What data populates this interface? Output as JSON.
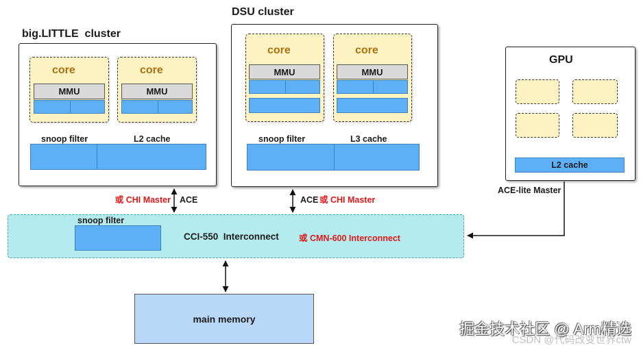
{
  "clusters": {
    "big_little": {
      "title": "big.LITTLE  cluster",
      "cores": [
        {
          "label": "core",
          "mmu": "MMU"
        },
        {
          "label": "core",
          "mmu": "MMU"
        }
      ],
      "snoop_label": "snoop filter",
      "cache_label": "L2 cache"
    },
    "dsu": {
      "title": "DSU cluster",
      "cores": [
        {
          "label": "core",
          "mmu": "MMU"
        },
        {
          "label": "core",
          "mmu": "MMU"
        }
      ],
      "snoop_label": "snoop filter",
      "cache_label": "L3 cache"
    }
  },
  "gpu": {
    "title": "GPU",
    "cache_label": "L2 cache"
  },
  "links": {
    "big_little": {
      "alt": "或 CHI Master",
      "protocol": "ACE"
    },
    "dsu": {
      "protocol": "ACE",
      "alt": "或 CHI Master"
    },
    "gpu": {
      "protocol": "ACE-lite Master"
    }
  },
  "interconnect": {
    "snoop_label": "snoop filter",
    "name": "CCI-550  Interconnect",
    "alt": "或 CMN-600 Interconnect"
  },
  "memory": {
    "label": "main memory"
  },
  "watermarks": {
    "primary": "掘金技术社区 @ Arm精选",
    "secondary": "CSDN @代码改变世界ctw"
  },
  "colors": {
    "cache_blue": "#5db0f6",
    "core_yellow": "#fdf2c2",
    "mmu_gray": "#d9d9d9",
    "interconnect_cyan": "#b3ebef",
    "memory_blue": "#b9d8f8",
    "alt_red": "#e01818",
    "core_text": "#a8720e"
  }
}
